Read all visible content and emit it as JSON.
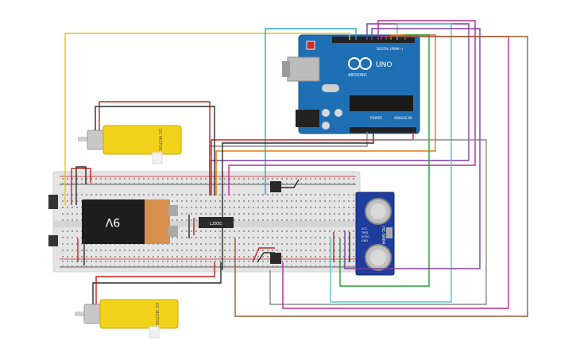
{
  "arduino": {
    "brand": "ARDUINO",
    "model": "UNO",
    "digital_label": "DIGITAL (PWM~)",
    "power_label": "POWER",
    "analog_label": "ANALOG IN",
    "board_color": "#1f6fb5"
  },
  "battery": {
    "label": "9V"
  },
  "driver": {
    "label": "L293D"
  },
  "motor_top": {
    "label": "DC MOTOR"
  },
  "motor_bottom": {
    "label": "DC MOTOR"
  },
  "sensor": {
    "model": "HC-SR04",
    "pins": [
      "VCC",
      "TRIG",
      "ECHO",
      "GND"
    ]
  },
  "colors": {
    "wire_red": "#d21f1f",
    "wire_black": "#2a2a2a",
    "wire_yellow": "#e8c21a",
    "wire_orange": "#e07a12",
    "wire_purple": "#7b3fa1",
    "wire_magenta": "#c2288f",
    "wire_cyan": "#2aa6c4",
    "wire_teal": "#5cc2c9",
    "wire_green": "#27a13a",
    "wire_brown": "#9b5a2a",
    "wire_gray": "#8a8a8a",
    "motor_yellow": "#f2d21b",
    "breadboard": "#e6e6e6"
  }
}
